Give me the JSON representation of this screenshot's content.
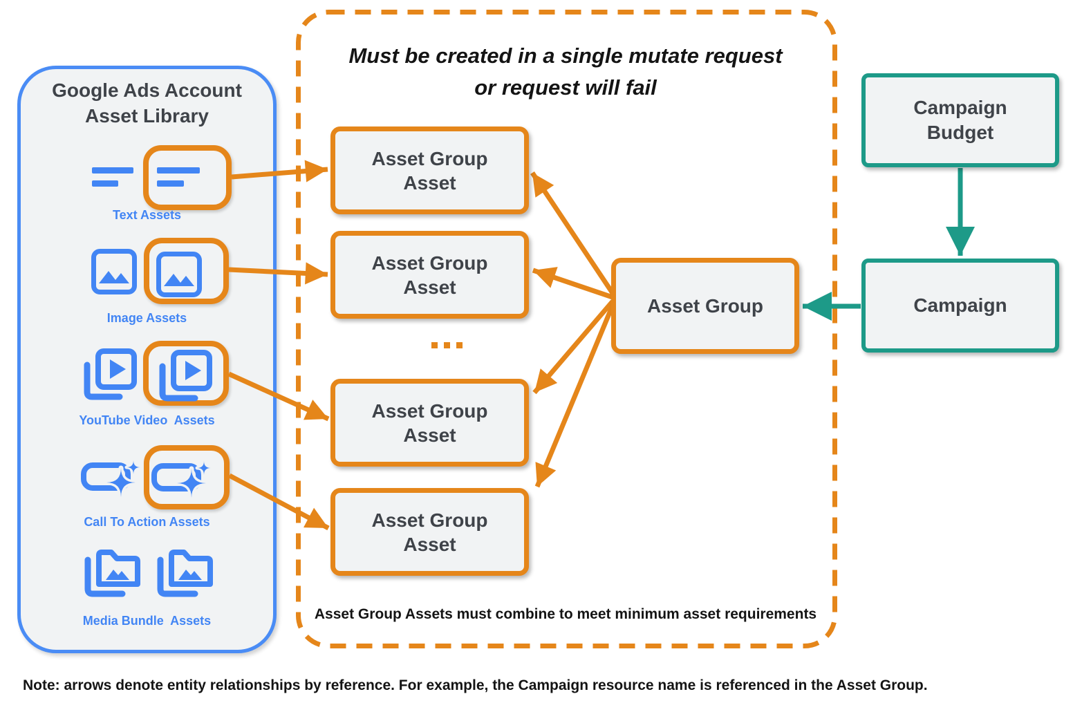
{
  "library": {
    "title_lines": [
      "Google Ads Account",
      "Asset Library"
    ],
    "asset_types": [
      {
        "label": "Text Assets",
        "icon": "text-asset-icon",
        "highlighted": true
      },
      {
        "label": "Image Assets",
        "icon": "image-asset-icon",
        "highlighted": true
      },
      {
        "label": "YouTube Video  Assets",
        "icon": "youtube-video-asset-icon",
        "highlighted": true
      },
      {
        "label": "Call To Action Assets",
        "icon": "call-to-action-asset-icon",
        "highlighted": true
      },
      {
        "label": "Media Bundle  Assets",
        "icon": "media-bundle-asset-icon",
        "highlighted": false
      }
    ]
  },
  "mutate_panel": {
    "title_lines": [
      "Must be created in a single mutate request",
      "or request will fail"
    ],
    "boxes": [
      {
        "label": "Asset Group Asset"
      },
      {
        "label": "Asset Group Asset"
      },
      {
        "label": "Asset Group Asset"
      },
      {
        "label": "Asset Group Asset"
      }
    ],
    "ellipsis": "...",
    "caption": "Asset Group Assets must combine to meet minimum asset requirements"
  },
  "entities": {
    "asset_group": {
      "label": "Asset Group"
    },
    "campaign_budget": {
      "label": "Campaign Budget"
    },
    "campaign": {
      "label": "Campaign"
    }
  },
  "footnote": "Note: arrows denote entity relationships by reference. For example, the Campaign resource name is referenced in the Asset Group.",
  "colors": {
    "orange": "#E5861A",
    "blue": "#4285F4",
    "panel_blue": "#4A8CF5",
    "teal": "#1D9A88",
    "box_fill": "#F1F3F4",
    "text_dark": "#3F4349",
    "text_black": "#141414"
  }
}
